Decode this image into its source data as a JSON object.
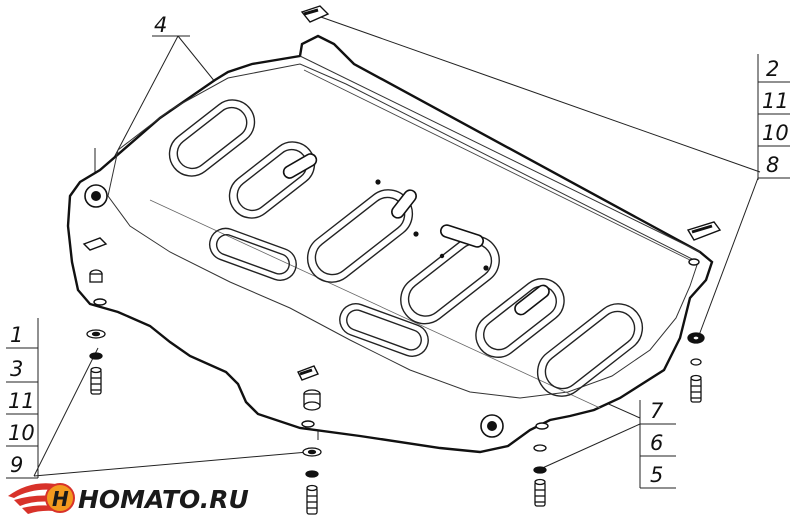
{
  "diagram": {
    "callouts": {
      "c4": "4",
      "right_stack": [
        "2",
        "11",
        "10",
        "8"
      ],
      "left_stack": [
        "1",
        "3",
        "11",
        "10",
        "9"
      ],
      "bottom_right_stack": [
        "7",
        "6",
        "5"
      ]
    },
    "logo": {
      "text": "HOMATO.RU"
    },
    "colors": {
      "line": "#111111",
      "plate_fill": "#ffffff",
      "logo_red": "#d8322a",
      "logo_orange": "#f29a1f"
    }
  }
}
